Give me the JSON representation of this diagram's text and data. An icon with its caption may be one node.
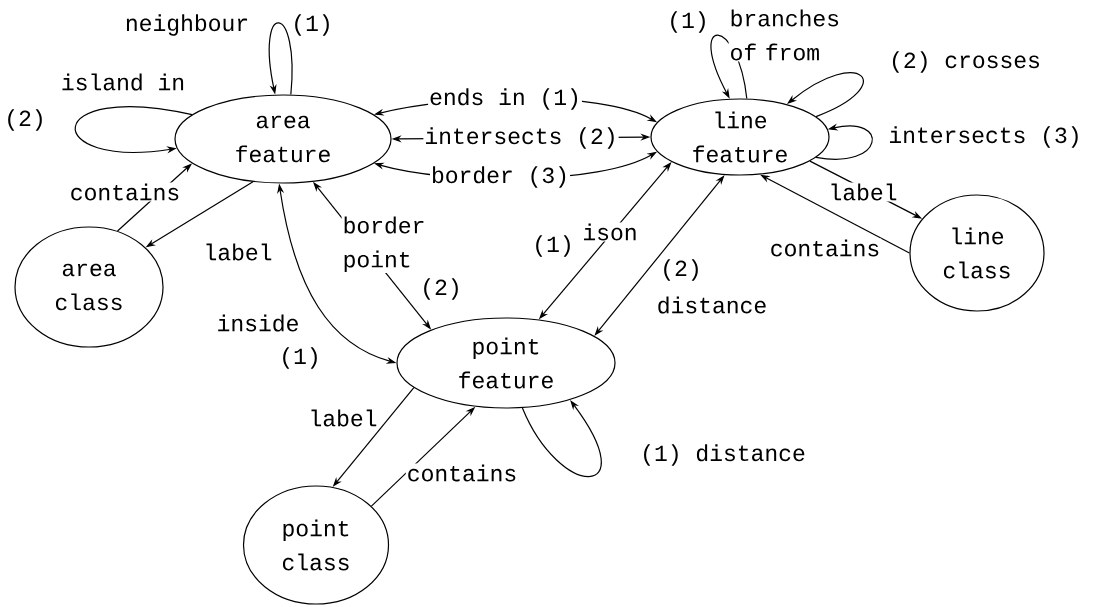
{
  "diagram": {
    "nodes": [
      {
        "text": [
          "area feature"
        ]
      },
      {
        "text": [
          "line feature"
        ]
      },
      {
        "text": [
          "area class"
        ]
      },
      {
        "text": [
          "line class"
        ]
      },
      {
        "text": [
          "point feature"
        ]
      },
      {
        "text": [
          "point class"
        ]
      }
    ],
    "edges": [
      {
        "from": 0,
        "to": 0,
        "arrow": "to",
        "label": "neighbour"
      },
      {
        "from": 0,
        "to": 0,
        "arrow": "to",
        "label": "island in"
      },
      {
        "from": 0,
        "to": 1,
        "arrow": "both",
        "label": "ends in (1)"
      },
      {
        "from": 0,
        "to": 1,
        "arrow": "both",
        "label": "intersects (2)"
      },
      {
        "from": 0,
        "to": 1,
        "arrow": "both",
        "label": "border (3)"
      },
      {
        "from": 1,
        "to": 1,
        "arrow": "to",
        "label": "branches of from"
      },
      {
        "from": 1,
        "to": 1,
        "arrow": "to",
        "label": "(2) crosses"
      },
      {
        "from": 1,
        "to": 1,
        "arrow": "to",
        "label": "intersects (3)"
      },
      {
        "from": 2,
        "to": 0,
        "arrow": "to",
        "label": "contains"
      },
      {
        "from": 0,
        "to": 2,
        "arrow": "to",
        "label": "label"
      },
      {
        "from": 0,
        "to": 4,
        "arrow": "both",
        "label": "border point"
      },
      {
        "from": 0,
        "to": 4,
        "arrow": "both",
        "label": "inside"
      },
      {
        "from": 4,
        "to": 1,
        "arrow": "both",
        "label": "ison"
      },
      {
        "from": 4,
        "to": 1,
        "arrow": "both",
        "label": "distance"
      },
      {
        "from": 1,
        "to": 3,
        "arrow": "to",
        "label": "label"
      },
      {
        "from": 3,
        "to": 1,
        "arrow": "to",
        "label": "contains"
      },
      {
        "from": 4,
        "to": 5,
        "arrow": "to",
        "label": "label"
      },
      {
        "from": 5,
        "to": 4,
        "arrow": "to",
        "label": "contains"
      },
      {
        "from": 4,
        "to": 4,
        "arrow": "to",
        "label": "(1) distance"
      }
    ],
    "labels": [
      "(1)",
      "(1)",
      "(2)",
      "(1)",
      "(2)",
      "(2)",
      "(1)"
    ]
  }
}
